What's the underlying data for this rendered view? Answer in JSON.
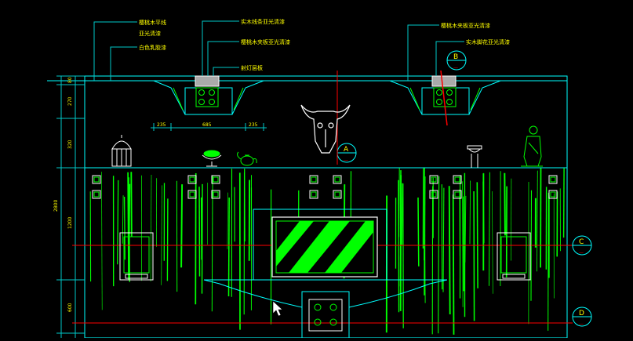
{
  "colors": {
    "background": "#000000",
    "annotation": "#ffff00",
    "dimension": "#00c8c8",
    "outline": "#00ffff",
    "wood_grain": "#00ff00",
    "marker": "#ff0000",
    "cursor": "#ffffff"
  },
  "annotations": {
    "ceiling_left_1": "樱桃木平线",
    "ceiling_left_1b": "亚光清漆",
    "ceiling_left_2": "白色乳胶漆",
    "ceiling_mid_1": "实木线条亚光清漆",
    "ceiling_mid_2": "樱桃木夹板亚光清漆",
    "ceiling_mid_3": "射灯层板",
    "ceiling_right_1": "樱桃木夹板亚光清漆",
    "ceiling_right_2": "实木脚花亚光清漆"
  },
  "dimensions": {
    "left": [
      "80",
      "270",
      "320",
      "2800",
      "1200",
      "600"
    ],
    "horizontal": [
      "235",
      "685",
      "235"
    ]
  },
  "section_marks": {
    "A": "A",
    "B": "B",
    "C": "C",
    "D": "D",
    "dash": "—"
  },
  "icons": {
    "bull_skull": "bull-skull-icon",
    "gazebo": "gazebo-ornament-icon",
    "bowl": "fruit-bowl-icon",
    "teapot": "teapot-icon",
    "pedestal": "pedestal-vase-icon",
    "statue": "warrior-statue-icon",
    "cursor": "mouse-cursor-icon"
  }
}
